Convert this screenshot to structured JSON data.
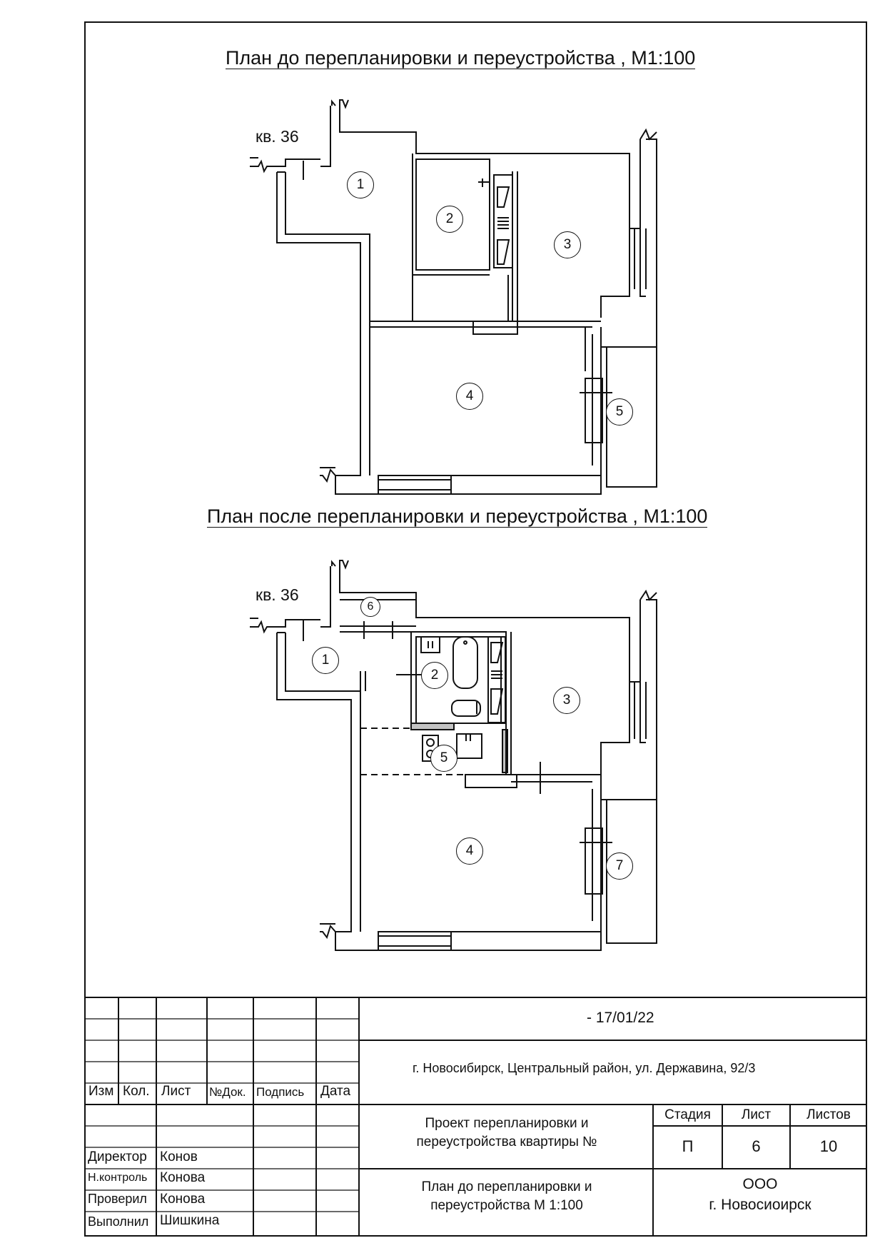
{
  "plans": {
    "before": {
      "title": "План до перепланировки и переустройства , М1:100",
      "neighbor": "кв. 36",
      "rooms": [
        "1",
        "2",
        "3",
        "4",
        "5"
      ]
    },
    "after": {
      "title": "План после перепланировки и переустройства , М1:100",
      "neighbor": "кв. 36",
      "rooms": [
        "1",
        "2",
        "3",
        "4",
        "5",
        "6",
        "7"
      ]
    }
  },
  "stamp": {
    "columns": [
      "Изм",
      "Кол.",
      "Лист",
      "№Док.",
      "Подпись",
      "Дата"
    ],
    "signatures": [
      {
        "role": "Директор",
        "name": "Конов"
      },
      {
        "role": "Н.контроль",
        "name": "Конова"
      },
      {
        "role": "Проверил",
        "name": "Конова"
      },
      {
        "role": "Выполнил",
        "name": "Шишкина"
      }
    ],
    "doc_code": "- 17/01/22",
    "address": "г. Новосибирск, Центральный район, ул. Державина, 92/3",
    "project": "Проект перепланировки и переустройства квартиры №",
    "sheet_title": "План до перепланировки и переустройства М 1:100",
    "stage_header": "Стадия",
    "sheet_header": "Лист",
    "sheets_header": "Листов",
    "stage": "П",
    "sheet": "6",
    "sheets": "10",
    "org_line1": "ООО",
    "org_line2": "г. Новосиоирск"
  }
}
